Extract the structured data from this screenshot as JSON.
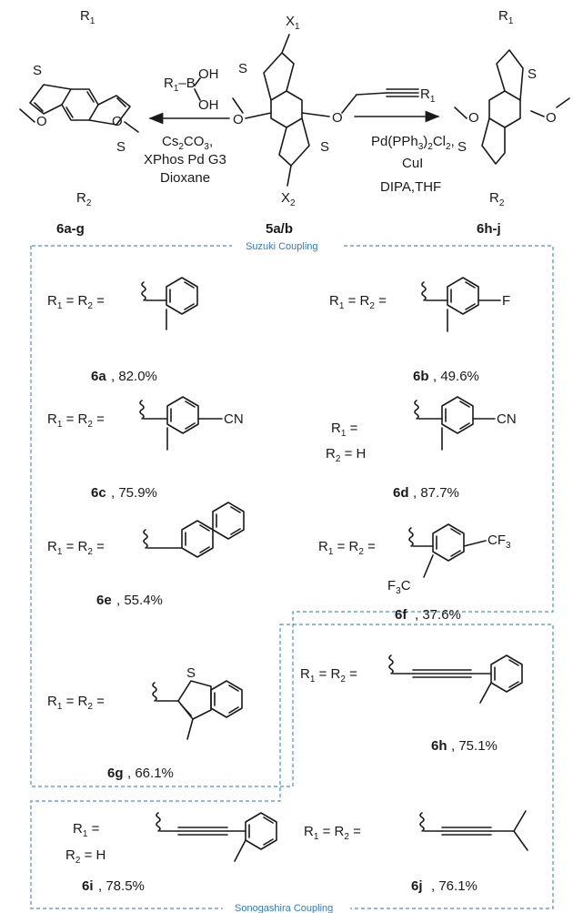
{
  "scheme": {
    "reagents_left": {
      "line1": "R1–B(OH)2",
      "line2": "Cs2CO3,",
      "line3": "XPhos Pd G3",
      "line4": "Dioxane"
    },
    "reagents_right": {
      "line1": "Pd(PPh3)2Cl2,",
      "line2": "CuI",
      "line3": "DIPA,THF"
    },
    "center_label": "5a/b",
    "left_label": "6a-g",
    "right_label": "6h-j"
  },
  "sections": {
    "suzuki": "Suzuki Coupling",
    "sonogashira": "Sonogashira Coupling"
  },
  "compounds": [
    {
      "id": "6a",
      "yield": "82.0%"
    },
    {
      "id": "6b",
      "yield": "49.6%"
    },
    {
      "id": "6c",
      "yield": "75.9%"
    },
    {
      "id": "6d",
      "yield": "87.7%"
    },
    {
      "id": "6e",
      "yield": "55.4%"
    },
    {
      "id": "6f",
      "yield": "37.6%"
    },
    {
      "id": "6g",
      "yield": "66.1%"
    },
    {
      "id": "6h",
      "yield": "75.1%"
    },
    {
      "id": "6i",
      "yield": "78.5%"
    },
    {
      "id": "6j",
      "yield": "76.1%"
    }
  ],
  "labels": {
    "r1_eq_r2": "R1 = R2 =",
    "r1_eq": "R1 =",
    "r2_eq_h": "R2 = H"
  }
}
